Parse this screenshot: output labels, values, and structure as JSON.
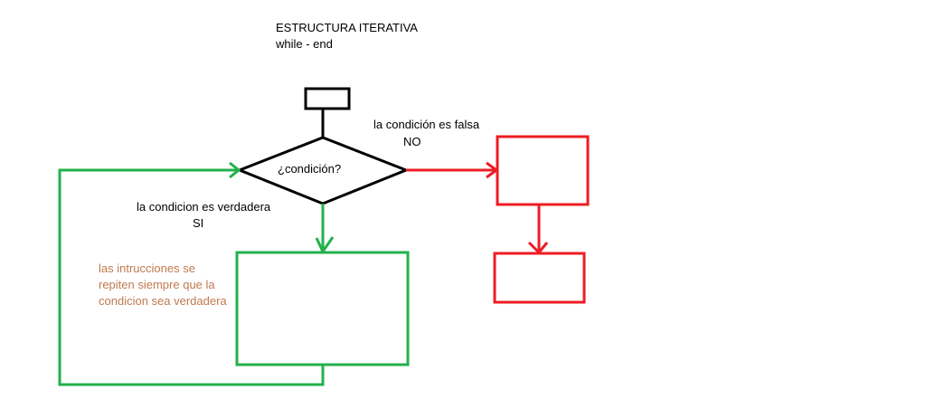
{
  "title": "ESTRUCTURA ITERATIVA",
  "subtitle": "while - end",
  "decision": "¿condición?",
  "false_branch": {
    "label": "la condición es falsa",
    "answer": "NO"
  },
  "true_branch": {
    "label": "la condicion es verdadera",
    "answer": "SI"
  },
  "note_lines": [
    "las intrucciones se",
    "repiten siempre que la",
    "condicion sea verdadera"
  ],
  "colors": {
    "flow": "#000000",
    "true": "#22b14c",
    "false": "#ed1c24",
    "note": "#c0794f"
  }
}
